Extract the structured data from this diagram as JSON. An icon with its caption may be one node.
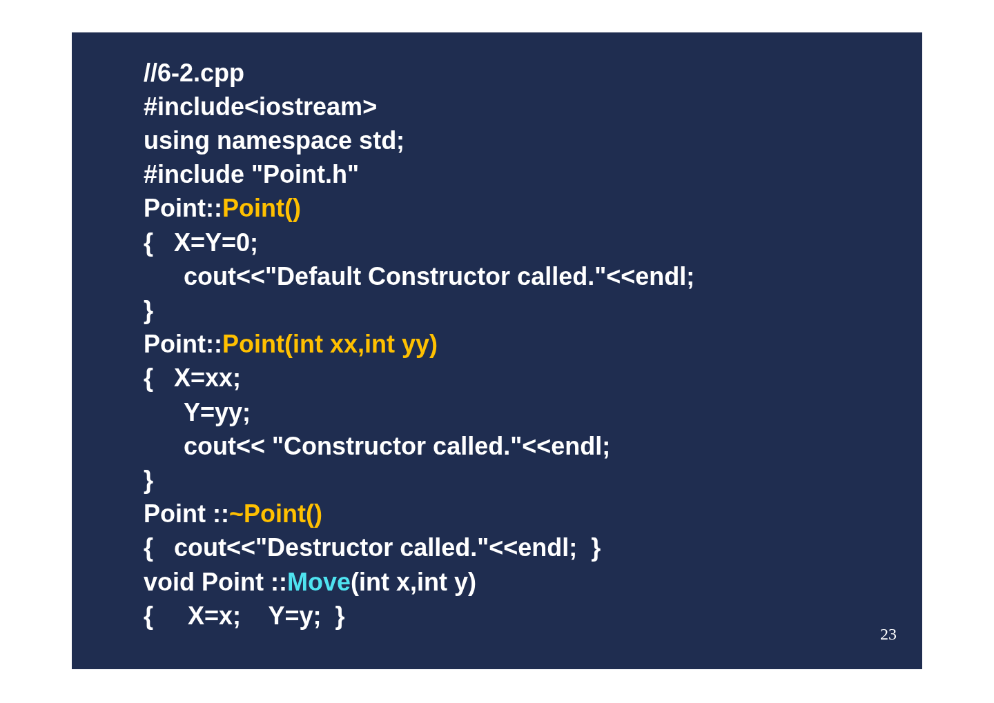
{
  "diagram": {
    "labels": [
      "//6-2.cpp",
      "#include<iostream>",
      "using namespace std;",
      "#include \"Point.h\"",
      "Point::",
      "Point()",
      "{   X=Y=0;",
      "cout<<\"Default Constructor called.\"<<endl;",
      "}",
      "Point::",
      "Point(int xx,int yy)",
      "{   X=xx;",
      "Y=yy;",
      "cout<< \"Constructor called.\"<<endl;",
      "}",
      "Point ::",
      "~Point()",
      "{   cout<<\"Destructor called.\"<<endl;  }",
      "void Point ::",
      "Move",
      "(int x,int y)",
      "{     X=x;    Y=y;  }",
      "23"
    ]
  }
}
